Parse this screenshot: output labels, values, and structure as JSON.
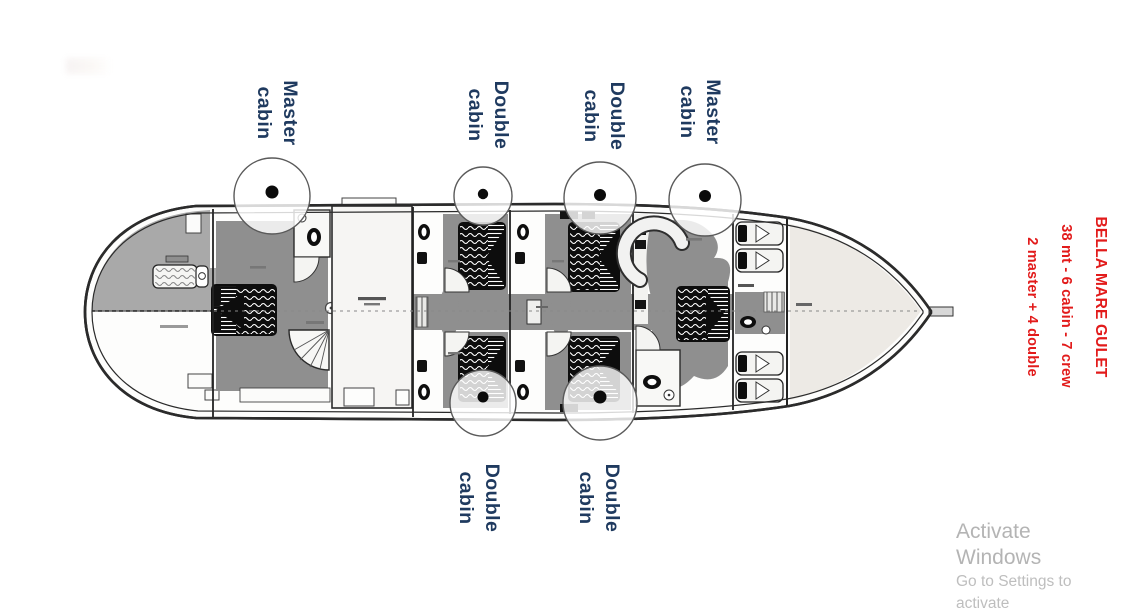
{
  "deck_plan": {
    "type": "yacht-deck-plan",
    "orientation": "bow-right",
    "cabin_callouts": [
      {
        "label": "Master cabin",
        "lines": [
          "Master",
          "cabin"
        ],
        "side": "top"
      },
      {
        "label": "Double cabin",
        "lines": [
          "Double",
          "cabin"
        ],
        "side": "top"
      },
      {
        "label": "Double cabin",
        "lines": [
          "Double",
          "cabin"
        ],
        "side": "top"
      },
      {
        "label": "Master cabin",
        "lines": [
          "Master",
          "cabin"
        ],
        "side": "top"
      },
      {
        "label": "Double cabin",
        "lines": [
          "Double",
          "cabin"
        ],
        "side": "bottom"
      },
      {
        "label": "Double cabin",
        "lines": [
          "Double",
          "cabin"
        ],
        "side": "bottom"
      }
    ]
  },
  "info_panel": {
    "title": "BELLA MARE GULET",
    "specs": "38 mt  - 6 cabin  -  7 crew",
    "layout": "2 master + 4 double"
  },
  "watermark": {
    "line1": "Activate Windows",
    "line2": "Go to Settings to activate"
  },
  "colors": {
    "navy": "#1f3a5f",
    "red": "#e21b1b",
    "floor-gray": "#8f8f8f",
    "deck-gray": "#a9a9a9",
    "bow-cream": "#edeae5",
    "wm1": "#a7a7a7",
    "wm2": "#b3b3b3"
  }
}
